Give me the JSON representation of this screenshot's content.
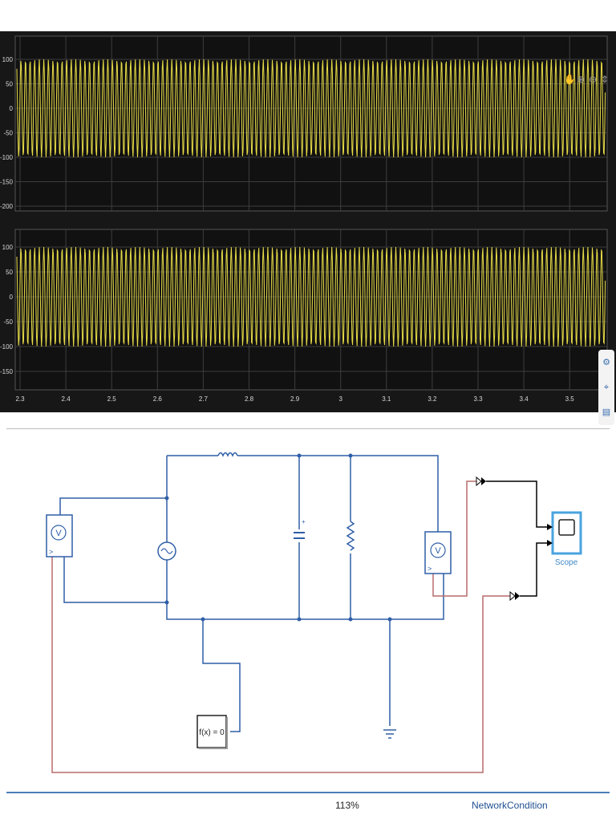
{
  "scope": {
    "toolbar": [
      "pan-icon",
      "zoom-in-icon",
      "zoom-out-icon",
      "zoom-axes-icon"
    ],
    "side_panel": [
      "settings-icon",
      "cursor-measure-icon",
      "table-icon"
    ],
    "colors": {
      "background": "#171717",
      "plot": "#111111",
      "grid": "#3d3d3d",
      "signal": "#e8dc46",
      "tick": "#d9d9d9"
    },
    "x_ticks": [
      "2.3",
      "2.4",
      "2.5",
      "2.6",
      "2.7",
      "2.8",
      "2.9",
      "3",
      "3.1",
      "3.2",
      "3.3",
      "3.4",
      "3.5"
    ],
    "axes": [
      {
        "y_ticks": [
          "100",
          "50",
          "0",
          "-50",
          "-100",
          "-150",
          "-200"
        ]
      },
      {
        "y_ticks": [
          "100",
          "50",
          "0",
          "-50",
          "-100",
          "-150"
        ]
      }
    ]
  },
  "model": {
    "colors": {
      "wire": "#2f5fa7",
      "signal": "#b86b6b",
      "arrow": "#000000",
      "scope_accent": "#4aa3df"
    },
    "scope_label": "Scope",
    "solver_label": "f(x) = 0"
  },
  "status": {
    "zoom": "113%",
    "solver": "NetworkCondition"
  }
}
